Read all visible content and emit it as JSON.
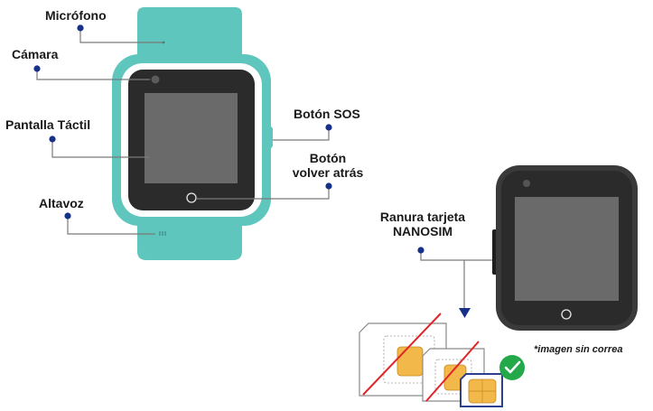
{
  "labels": {
    "microphone": "Micrófono",
    "camera": "Cámara",
    "touchscreen": "Pantalla Táctil",
    "sos_button": "Botón SOS",
    "back_button_line1": "Botón",
    "back_button_line2": "volver atrás",
    "speaker": "Altavoz",
    "sim_slot_line1": "Ranura tarjeta",
    "sim_slot_line2": "NANOSIM"
  },
  "note": "*imagen sin correa",
  "colors": {
    "strap": "#5fc6bd",
    "bezel": "#2b2b2b",
    "screen": "#6a6a6a",
    "dot": "#16318a",
    "leader": "#7a7a7a",
    "check": "#24a94a",
    "cross": "#e0262a",
    "chip": "#f2b84a",
    "nanosim_border": "#2f3f8f"
  },
  "icons": [
    "microphone-hole-icon",
    "camera-lens-icon",
    "home-button-icon",
    "speaker-grille-icon",
    "checkmark-icon",
    "cross-out-icon",
    "arrow-down-icon",
    "sim-chip-icon"
  ]
}
